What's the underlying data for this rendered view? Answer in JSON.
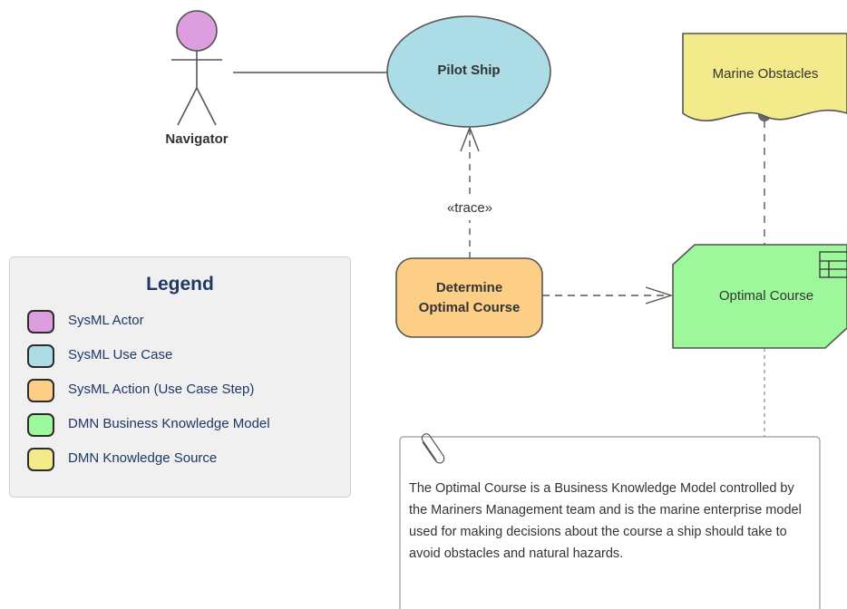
{
  "diagram": {
    "actor": {
      "name": "Navigator",
      "color": "#dd9ee0"
    },
    "use_case": {
      "name": "Pilot Ship",
      "color": "#acdce5"
    },
    "action": {
      "name_line1": "Determine",
      "name_line2": "Optimal Course",
      "color": "#fdcf86"
    },
    "knowledge_source": {
      "name": "Marine Obstacles",
      "color": "#f3ea8c"
    },
    "business_knowledge_model": {
      "name": "Optimal Course",
      "color": "#9cf89a"
    },
    "trace_label": "«trace»",
    "note": {
      "text": "The Optimal Course is a Business Knowledge Model controlled by the Mariners Management team and is the marine enterprise model used for making decisions about the course a ship should take to avoid obstacles and natural hazards."
    }
  },
  "legend": {
    "title": "Legend",
    "items": [
      {
        "label": "SysML Actor",
        "color": "#dd9ee0"
      },
      {
        "label": "SysML Use Case",
        "color": "#acdce5"
      },
      {
        "label": "SysML Action (Use Case Step)",
        "color": "#fdcf86"
      },
      {
        "label": "DMN Business Knowledge Model",
        "color": "#9cf89a"
      },
      {
        "label": "DMN Knowledge Source",
        "color": "#f3ea8c"
      }
    ]
  }
}
